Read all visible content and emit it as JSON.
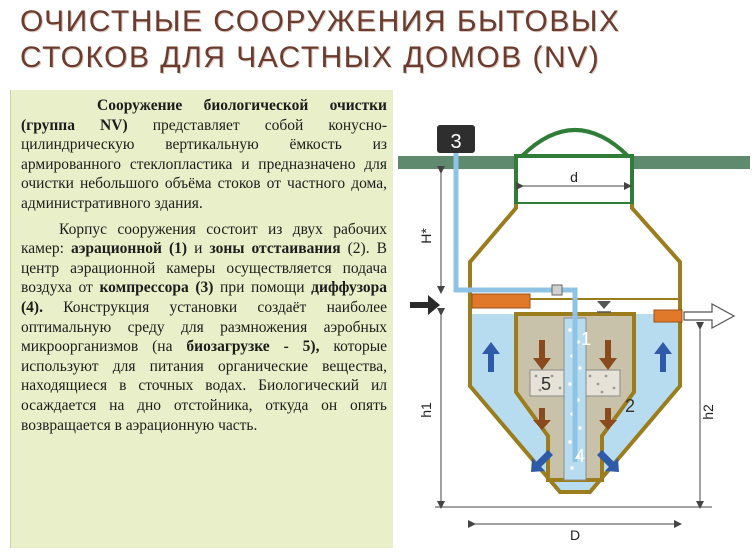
{
  "page": {
    "title": "ОЧИСТНЫЕ СООРУЖЕНИЯ БЫТОВЫХ СТОКОВ ДЛЯ ЧАСТНЫХ ДОМОВ (NV)"
  },
  "text": {
    "p1_bold": "Сооружение биологической очистки (группа NV)",
    "p1_rest": " представляет собой конусно-цилиндрическую вертикальную ёмкость из армированного стеклопластика и предназначено для очистки небольшого объёма стоков от частного дома, административного здания.",
    "p2_a": "Корпус сооружения состоит из двух рабочих камер: ",
    "p2_b_bold": "аэрационной (1)",
    "p2_c": " и ",
    "p2_d_bold": "зоны отстаивания",
    "p2_e": " (2). В центр аэрационной камеры осуществляется подача воздуха от ",
    "p2_f_bold": "компрессора (3)",
    "p2_g": " при помощи ",
    "p2_h_bold": "диффузора (4).",
    "p2_i": " Конструкция установки создаёт наиболее оптимальную среду для размножения аэробных микроорганизмов (на ",
    "p2_j_bold": "биозагрузке - 5),",
    "p2_k": " которые используют для питания органические вещества, находящиеся в сточных водах. Биологический ил осаждается на дно отстойника, откуда он опять возвращается в аэрационную часть."
  },
  "diagram": {
    "label_compressor": "3",
    "label_d": "d",
    "label_H": "H*",
    "label_h1": "h1",
    "label_h2": "h2",
    "label_D": "D",
    "label_aeration": "1",
    "label_settling": "2",
    "label_diffuser": "4",
    "label_bioload": "5",
    "colors": {
      "ground": "#5f8a6d",
      "tank_outline": "#9c7d1e",
      "tank_fill": "#ffffff",
      "dome": "#2f7d36",
      "water": "#b8dcef",
      "aeration_zone": "#c9c2ab",
      "pipe": "#8fc3e6",
      "inlet_pipe": "#e07a2a",
      "compressor_box": "#2e2e2e"
    }
  }
}
